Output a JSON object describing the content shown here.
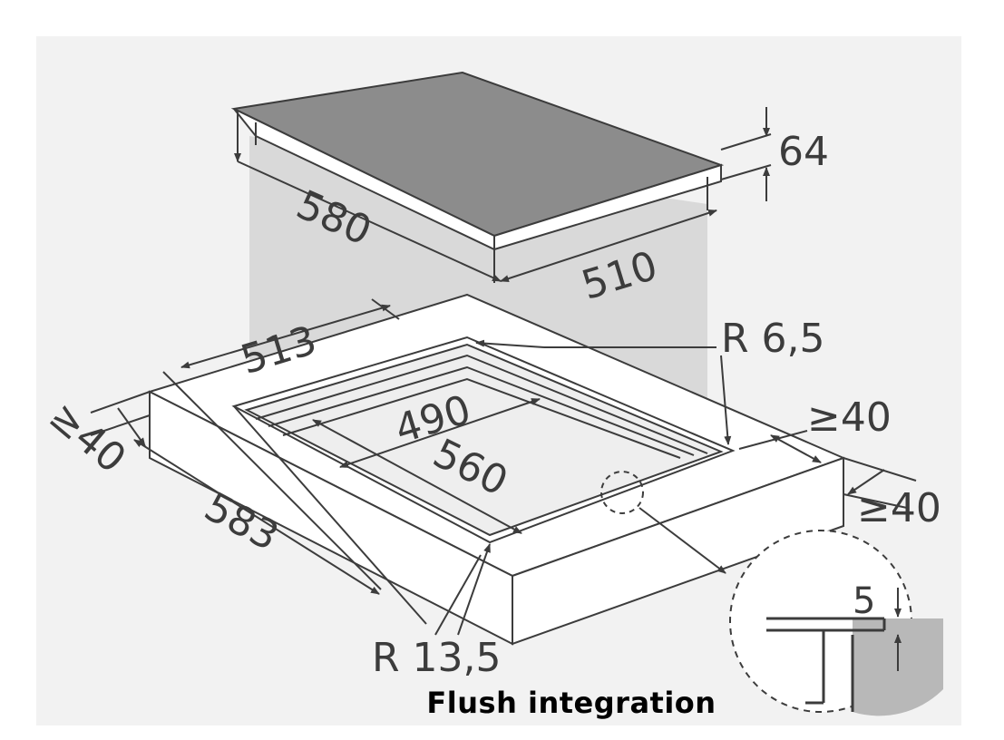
{
  "caption": "Flush integration",
  "dimensions": {
    "hob_width": "580",
    "hob_depth": "510",
    "hob_height": "64",
    "cutout_outer_width": "513",
    "cutout_outer_length": "583",
    "cutout_inner_width": "490",
    "cutout_inner_length": "560",
    "radius_inner": "R 6,5",
    "radius_outer": "R 13,5",
    "clearance_left": "≥40",
    "clearance_back": "≥40",
    "clearance_right": "≥40",
    "flush_depth": "5"
  },
  "colors": {
    "background": "#ffffff",
    "hob_top": "#8c8c8c",
    "shadow": "#d9d9d9",
    "line": "#3c3c3c",
    "detail_fill": "#b8b8b8"
  }
}
